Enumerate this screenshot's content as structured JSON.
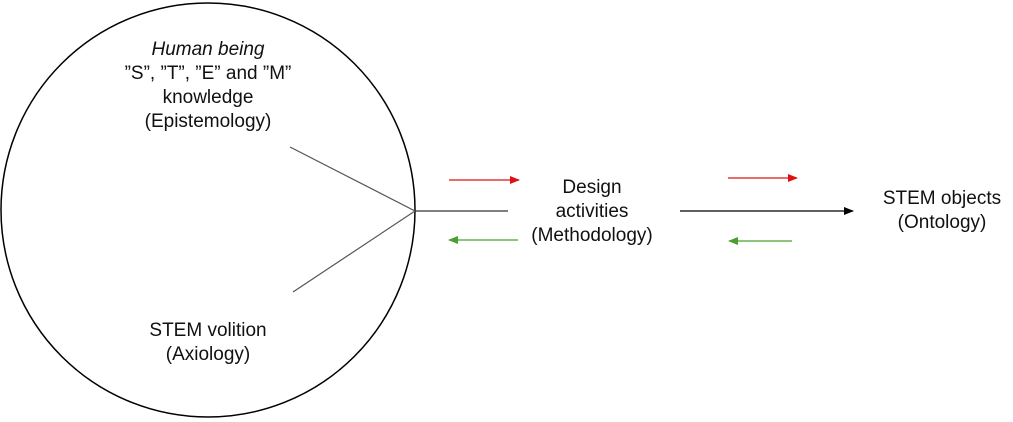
{
  "nodes": {
    "epistemology": {
      "line1": "Human being",
      "line2": "”S”, ”T”, ”E” and ”M”",
      "line3": "knowledge",
      "line4": "(Epistemology)"
    },
    "axiology": {
      "line1": "STEM volition",
      "line2": "(Axiology)"
    },
    "methodology": {
      "line1": "Design",
      "line2": "activities",
      "line3": "(Methodology)"
    },
    "ontology": {
      "line1": "STEM objects",
      "line2": "(Ontology)"
    }
  },
  "colors": {
    "forward_arrow": "#e01010",
    "backward_arrow": "#4aa02c",
    "stroke": "#000000",
    "connector": "#555555"
  }
}
